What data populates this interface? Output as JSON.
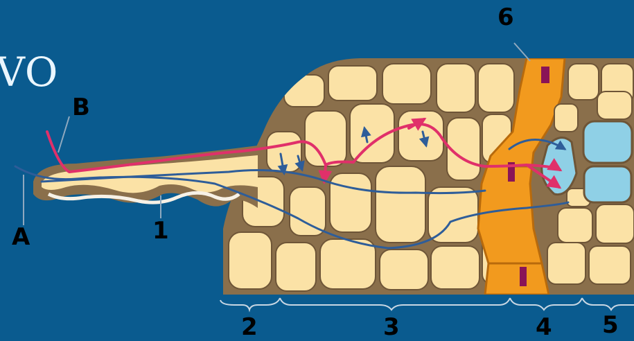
{
  "title": "VO",
  "labels": {
    "b": "B",
    "a": "A",
    "one": "1",
    "two": "2",
    "three": "3",
    "four": "4",
    "five": "5",
    "six": "6"
  },
  "colors": {
    "background": "#0a5b8f",
    "cell_fill": "#fbe2a6",
    "cell_wall": "#8a6f4b",
    "endodermis": "#f29a1e",
    "xylem": "#8fd0e6",
    "symplast_path": "#e0306a",
    "apoplast_path": "#2e5d99",
    "casparian_strip": "#8a1457"
  }
}
